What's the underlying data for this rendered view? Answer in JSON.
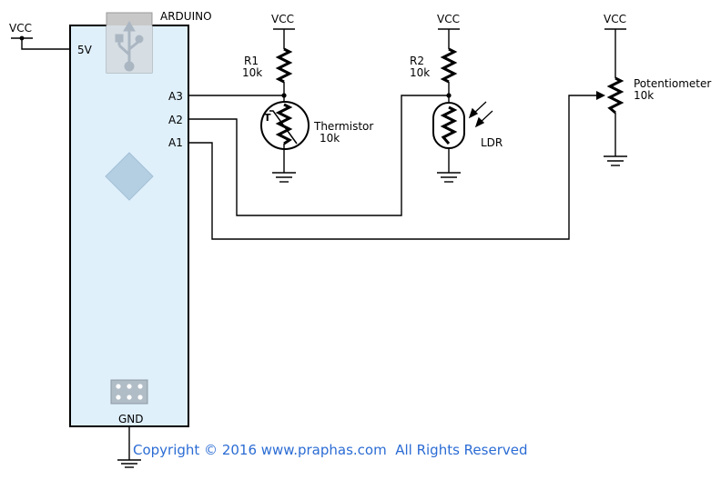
{
  "board": {
    "name": "ARDUINO",
    "pin_5v": "5V",
    "pin_a3": "A3",
    "pin_a2": "A2",
    "pin_a1": "A1",
    "pin_gnd": "GND"
  },
  "supply": {
    "vcc_left": "VCC",
    "vcc_r1": "VCC",
    "vcc_r2": "VCC",
    "vcc_pot": "VCC"
  },
  "components": {
    "r1": {
      "ref": "R1",
      "value": "10k"
    },
    "thermistor": {
      "name": "Thermistor",
      "value": "10k",
      "symbol_letter": "T"
    },
    "r2": {
      "ref": "R2",
      "value": "10k"
    },
    "ldr": {
      "name": "LDR"
    },
    "potentiometer": {
      "name": "Potentiometer",
      "value": "10k"
    }
  },
  "footer": {
    "copyright": "Copyright © 2016 www.praphas.com  All Rights Reserved"
  },
  "colors": {
    "board_fill": "#dff0fb",
    "board_outline": "#000000",
    "usb_fill": "#c8c8c8",
    "chip_fill": "#b4cfe2",
    "copyright": "#2b6cd4"
  },
  "icons": {
    "usb": "usb-icon",
    "chip": "diamond-chip-icon",
    "header": "icsp-header-icon"
  }
}
